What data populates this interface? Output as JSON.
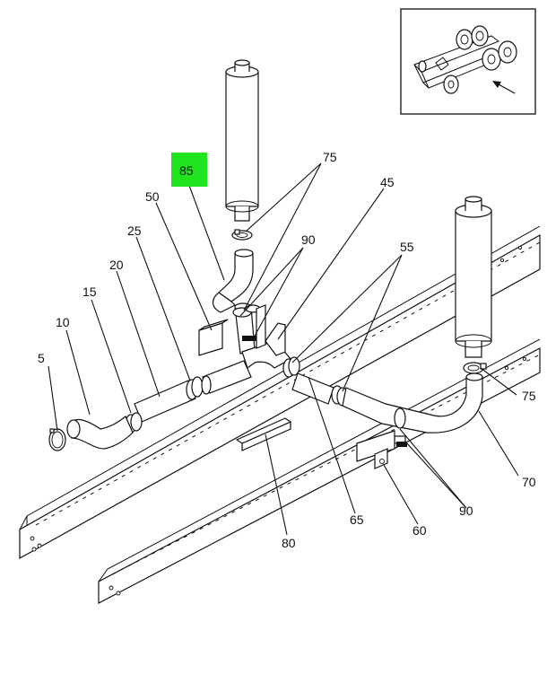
{
  "labels": {
    "l5": "5",
    "l10": "10",
    "l15": "15",
    "l20": "20",
    "l25": "25",
    "l45": "45",
    "l50": "50",
    "l55": "55",
    "l60": "60",
    "l65": "65",
    "l70": "70",
    "l75a": "75",
    "l75b": "75",
    "l80": "80",
    "l85": "85",
    "l90a": "90",
    "l90b": "90"
  },
  "colors": {
    "highlight": "#1fe51f",
    "line": "#111111"
  }
}
